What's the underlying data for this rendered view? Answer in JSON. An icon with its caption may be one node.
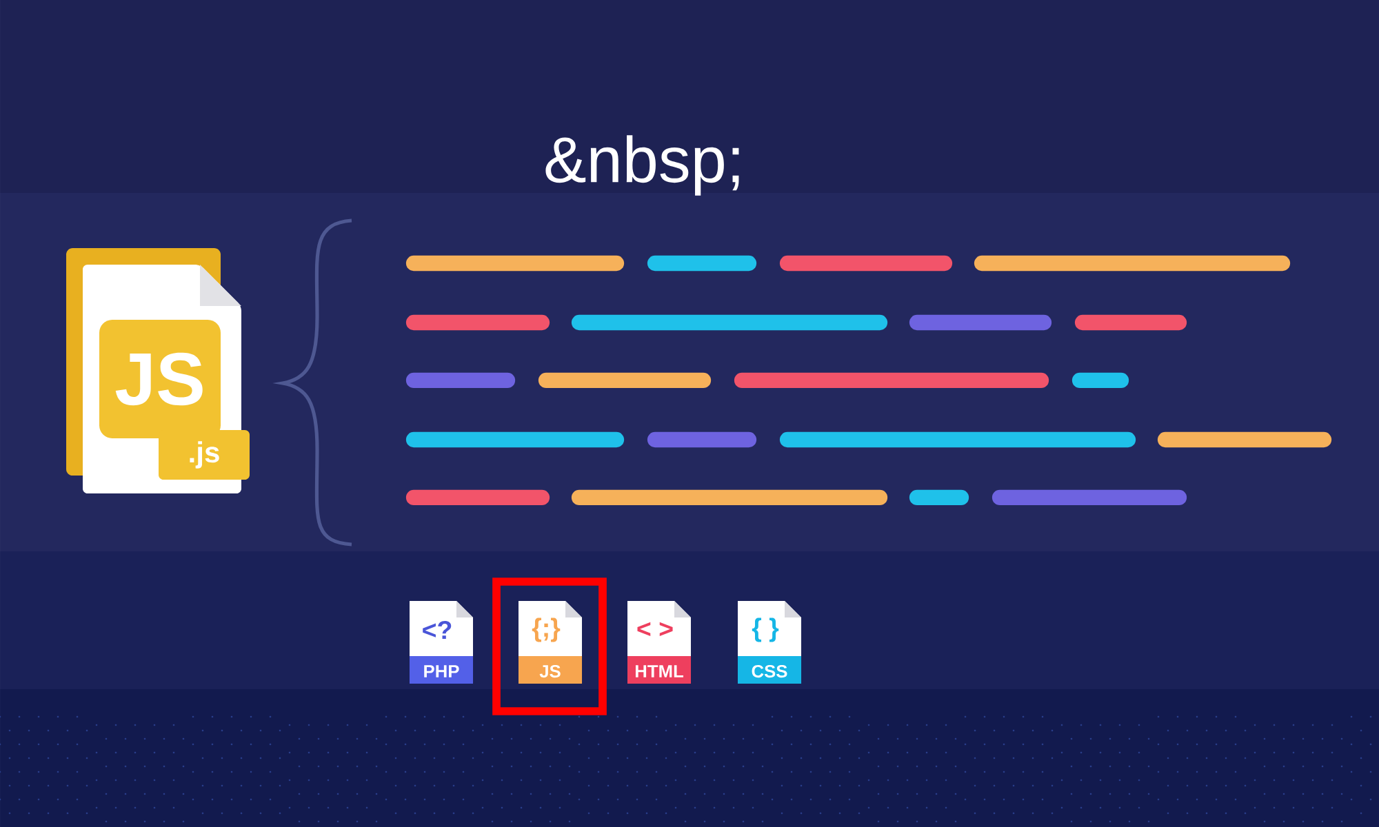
{
  "diagram": {
    "title": "&nbsp;",
    "nodes": [
      {
        "text": [
          "JS",
          ".js"
        ]
      },
      {
        "text": [
          "<?",
          "PHP"
        ]
      },
      {
        "text": [],
        "shape": "box"
      },
      {
        "text": [
          "{;}",
          "JS"
        ],
        "in": 2
      },
      {
        "text": [
          "< >",
          "HTML"
        ]
      },
      {
        "text": [
          "{ }",
          "CSS"
        ]
      }
    ]
  }
}
